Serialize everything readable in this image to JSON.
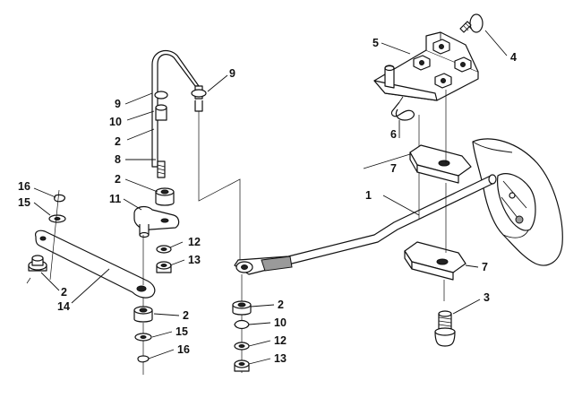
{
  "callouts": [
    {
      "id": "c-5",
      "label": "5"
    },
    {
      "id": "c-4",
      "label": "4"
    },
    {
      "id": "c-9a",
      "label": "9"
    },
    {
      "id": "c-9b",
      "label": "9"
    },
    {
      "id": "c-10a",
      "label": "10"
    },
    {
      "id": "c-2a",
      "label": "2"
    },
    {
      "id": "c-8",
      "label": "8"
    },
    {
      "id": "c-2b",
      "label": "2"
    },
    {
      "id": "c-11",
      "label": "11"
    },
    {
      "id": "c-16a",
      "label": "16"
    },
    {
      "id": "c-15a",
      "label": "15"
    },
    {
      "id": "c-12a",
      "label": "12"
    },
    {
      "id": "c-13a",
      "label": "13"
    },
    {
      "id": "c-2c",
      "label": "2"
    },
    {
      "id": "c-14",
      "label": "14"
    },
    {
      "id": "c-2d",
      "label": "2"
    },
    {
      "id": "c-15b",
      "label": "15"
    },
    {
      "id": "c-16b",
      "label": "16"
    },
    {
      "id": "c-6",
      "label": "6"
    },
    {
      "id": "c-7a",
      "label": "7"
    },
    {
      "id": "c-1",
      "label": "1"
    },
    {
      "id": "c-7b",
      "label": "7"
    },
    {
      "id": "c-3",
      "label": "3"
    },
    {
      "id": "c-2e",
      "label": "2"
    },
    {
      "id": "c-10b",
      "label": "10"
    },
    {
      "id": "c-12b",
      "label": "12"
    },
    {
      "id": "c-13b",
      "label": "13"
    }
  ]
}
